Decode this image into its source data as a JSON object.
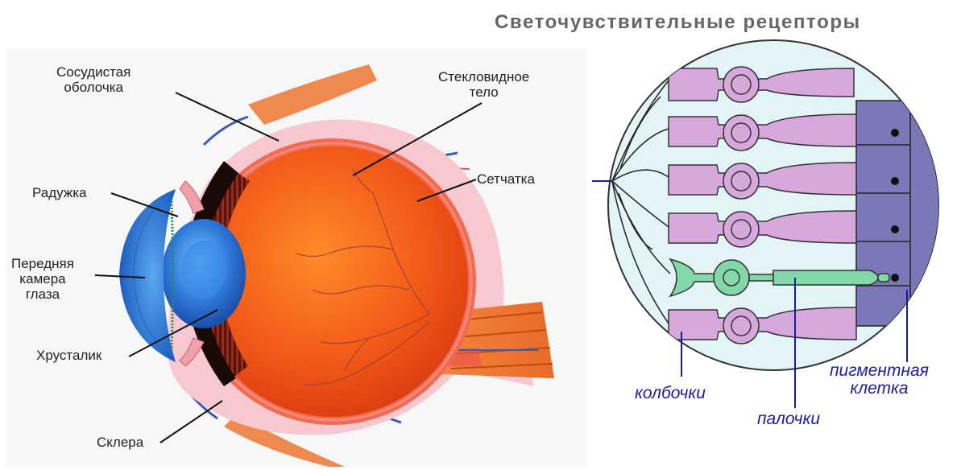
{
  "title": "Светочувствительные рецепторы",
  "eye_labels": {
    "choroid": [
      "Сосудистая",
      "оболочка"
    ],
    "vitreous": [
      "Стекловидное",
      "тело"
    ],
    "retina": "Сетчатка",
    "iris": "Радужка",
    "anterior_chamber": [
      "Передняя",
      "камера",
      "глаза"
    ],
    "lens": "Хрусталик",
    "sclera": "Склера"
  },
  "receptor_labels": {
    "cones": "колбочки",
    "rods": "палочки",
    "pigment_cell": [
      "пигментная",
      "клетка"
    ]
  },
  "colors": {
    "cone": "#d6a8dc",
    "rod": "#82d8a8",
    "pigment": "#7b78b8",
    "label_blue": "#1c1c9a",
    "eyeball": "#f25a18",
    "sclera": "#f8c8d0",
    "cornea_blue": "#2f78d8",
    "circle_bg": "#e2f4f6"
  }
}
